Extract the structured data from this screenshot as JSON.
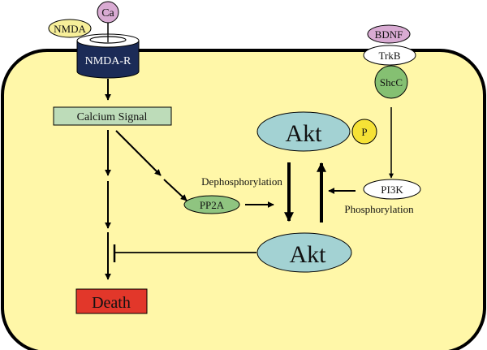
{
  "nodes": {
    "ca": "Ca",
    "nmda": "NMDA",
    "nmda_r": "NMDA-R",
    "calcium_signal": "Calcium Signal",
    "bdnf": "BDNF",
    "trkb": "TrkB",
    "shcc": "ShcC",
    "akt_phospho": "Akt",
    "p": "P",
    "pp2a": "PP2A",
    "pi3k": "PI3K",
    "akt": "Akt",
    "death": "Death"
  },
  "labels": {
    "dephosphorylation": "Dephosphorylation",
    "phosphorylation": "Phosphorylation"
  },
  "colors": {
    "cell": "#fff7a8",
    "ca": "#d9abd3",
    "nmda": "#f7ef9a",
    "nmda_r": "#1b2b57",
    "calcium_signal": "#bddcb9",
    "akt": "#a3d2d3",
    "p": "#f6e236",
    "pp2a": "#8fc480",
    "shcc": "#85c072",
    "bdnf": "#d9abd3",
    "death": "#e2372a"
  }
}
